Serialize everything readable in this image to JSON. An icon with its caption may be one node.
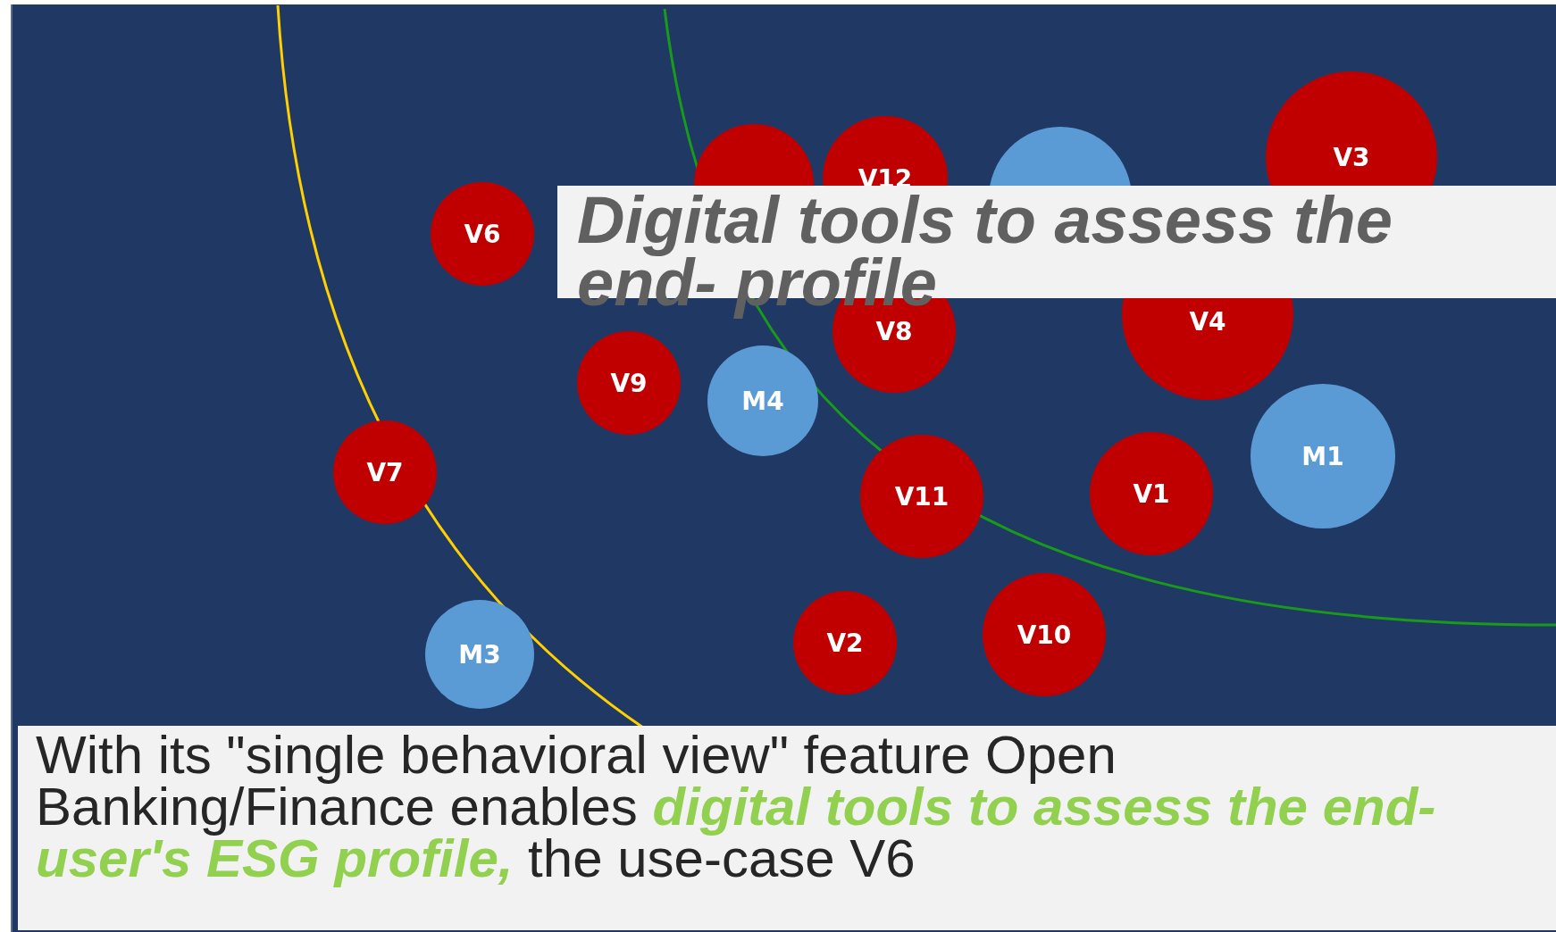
{
  "diagram": {
    "title": "Digital tools to assess the end- profile",
    "caption": "With its \"single behavioral view\" feature Open Banking/Finance enables **digital tools to assess the end-user's ESG profile,** the use-case V6",
    "nodes": [
      {
        "text": [
          "V3"
        ]
      },
      {
        "text": [
          "V12"
        ]
      },
      {
        "text": [],
        "shape": "circle"
      },
      {
        "text": [],
        "shape": "circle"
      },
      {
        "text": [
          "V6"
        ]
      },
      {
        "text": [
          "V4"
        ]
      },
      {
        "text": [
          "V8"
        ]
      },
      {
        "text": [
          "V9"
        ]
      },
      {
        "text": [
          "M4"
        ]
      },
      {
        "text": [
          "M1"
        ]
      },
      {
        "text": [
          "V7"
        ]
      },
      {
        "text": [
          "V1"
        ]
      },
      {
        "text": [
          "V11"
        ]
      },
      {
        "text": [
          "V10"
        ]
      },
      {
        "text": [
          "V2"
        ]
      },
      {
        "text": [
          "M3"
        ]
      }
    ]
  }
}
